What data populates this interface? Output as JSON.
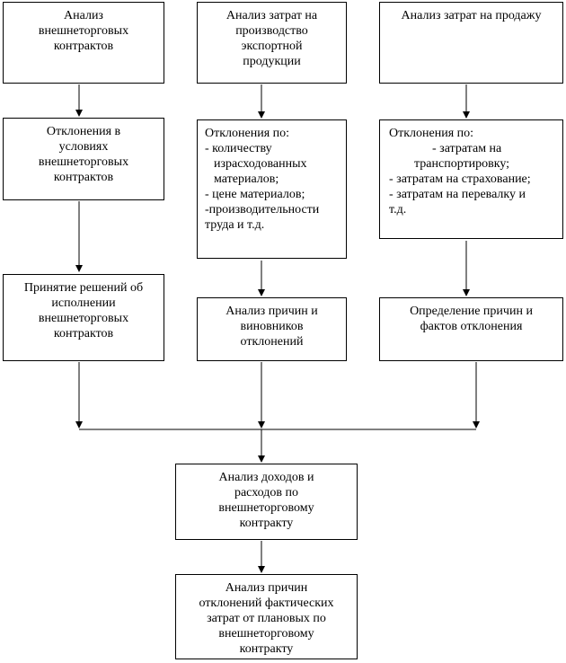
{
  "boxes": {
    "col1_top": [
      "Анализ",
      "внешнеторговых",
      "контрактов"
    ],
    "col2_top": [
      "Анализ затрат на",
      "производство",
      "экспортной",
      "продукции"
    ],
    "col3_top": [
      "Анализ затрат на продажу"
    ],
    "col1_mid": [
      "Отклонения в",
      "условиях",
      "внешнеторговых",
      "контрактов"
    ],
    "col2_mid": [
      "Отклонения по:",
      "- количеству",
      "израсходованных",
      "материалов;",
      "- цене материалов;",
      "-производительности",
      "труда и т.д."
    ],
    "col3_mid": [
      "Отклонения по:",
      "- затратам на",
      "транспортировку;",
      "- затратам на страхование;",
      "- затратам на перевалку и",
      "т.д."
    ],
    "col1_bot": [
      "Принятие решений об",
      "исполнении",
      "внешнеторговых",
      "контрактов"
    ],
    "col2_bot": [
      "Анализ причин и",
      "виновников",
      "отклонений"
    ],
    "col3_bot": [
      "Определение причин и",
      "фактов отклонения"
    ],
    "summary": [
      "Анализ доходов и",
      "расходов по",
      "внешнеторговому",
      "контракту"
    ],
    "final": [
      "Анализ причин",
      "отклонений фактических",
      "затрат от плановых по",
      "внешнеторговому",
      "контракту"
    ]
  }
}
